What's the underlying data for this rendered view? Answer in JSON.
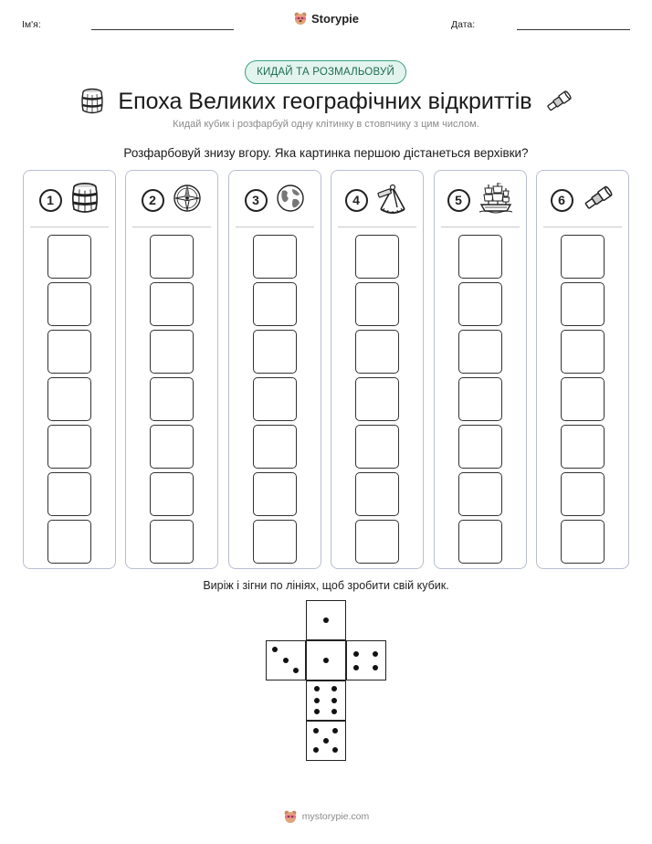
{
  "header": {
    "name_label": "Ім'я:",
    "date_label": "Дата:",
    "brand": "Storypie"
  },
  "badge": "КИДАЙ ТА РОЗМАЛЬОВУЙ",
  "title": "Епоха Великих географічних відкриттів",
  "subtitle": "Кидай кубик і розфарбуй одну клітинку в стовпчику з цим числом.",
  "question": "Розфарбовуй знизу вгору. Яка картинка першою дістанеться верхівки?",
  "columns": [
    {
      "number": "1",
      "icon": "barrel-icon"
    },
    {
      "number": "2",
      "icon": "compass-icon"
    },
    {
      "number": "3",
      "icon": "globe-icon"
    },
    {
      "number": "4",
      "icon": "sextant-icon"
    },
    {
      "number": "5",
      "icon": "ship-icon"
    },
    {
      "number": "6",
      "icon": "spyglass-icon"
    }
  ],
  "cells_per_column": 7,
  "cut_instruction": "Виріж і зігни по лініях, щоб зробити свій кубик.",
  "die_faces": [
    1,
    3,
    1,
    4,
    6,
    5
  ],
  "footer": "mystorypie.com",
  "colors": {
    "accent": "#3aa381",
    "badge_bg": "#e2f4ed",
    "column_border": "#b9bfd0"
  }
}
